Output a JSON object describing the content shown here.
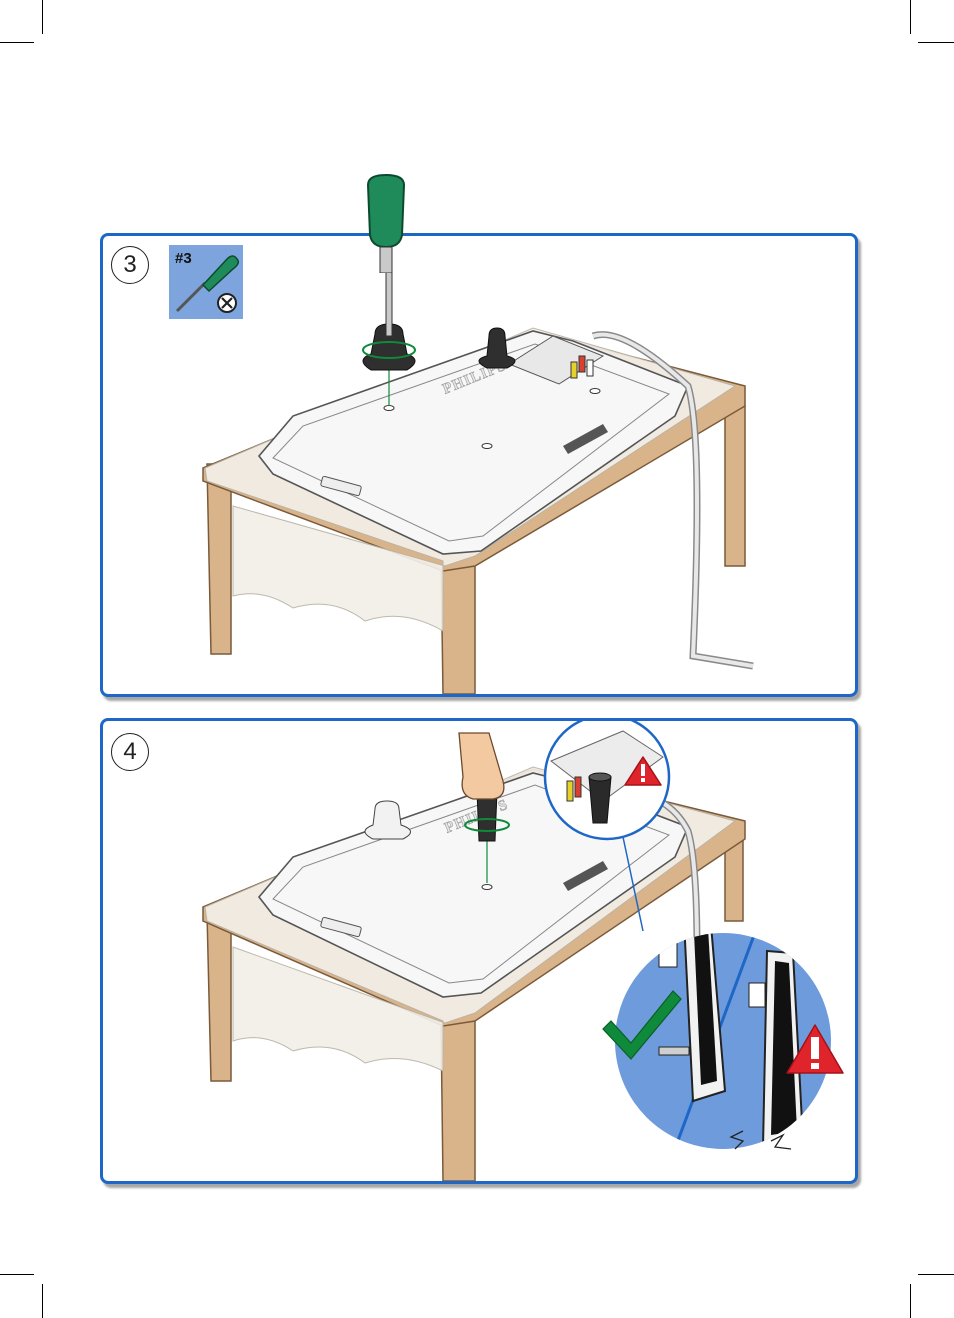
{
  "page": {
    "background": "#ffffff",
    "accent": "#1f67c7"
  },
  "steps": [
    {
      "number": "3",
      "tool_label": "#3",
      "tool_icon": "phillips-screwdriver-icon"
    },
    {
      "number": "4"
    }
  ],
  "brand_text": "PHILIPS",
  "colors": {
    "screwdriver_handle": "#1f8a5a",
    "warning_red": "#e0242b",
    "check_green": "#0f8a3a",
    "table_wood": "#d9b48b"
  }
}
